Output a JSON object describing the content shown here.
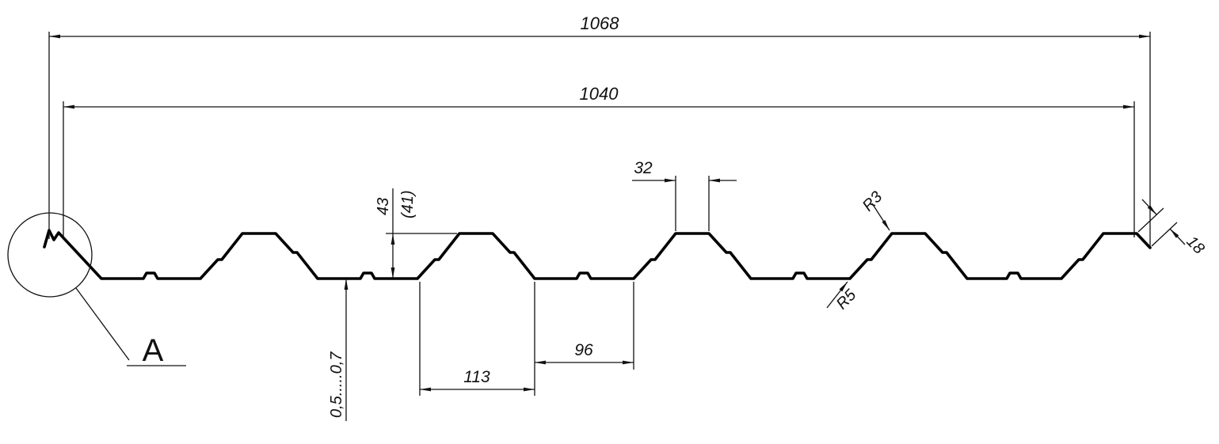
{
  "drawing": {
    "type": "profiled-sheet-cross-section",
    "detail_label": "A",
    "dims": {
      "overall_width": "1068",
      "useful_width": "1040",
      "profile_height": "43",
      "profile_height_ref": "(41)",
      "rib_top_width": "32",
      "rib_base_width": "113",
      "valley_width": "96",
      "top_radius": "R3",
      "bottom_radius": "R5",
      "edge_lip": "18",
      "sheet_thickness": "0,5.....0,7"
    },
    "colors": {
      "line": "#000000",
      "background": "#ffffff"
    }
  }
}
